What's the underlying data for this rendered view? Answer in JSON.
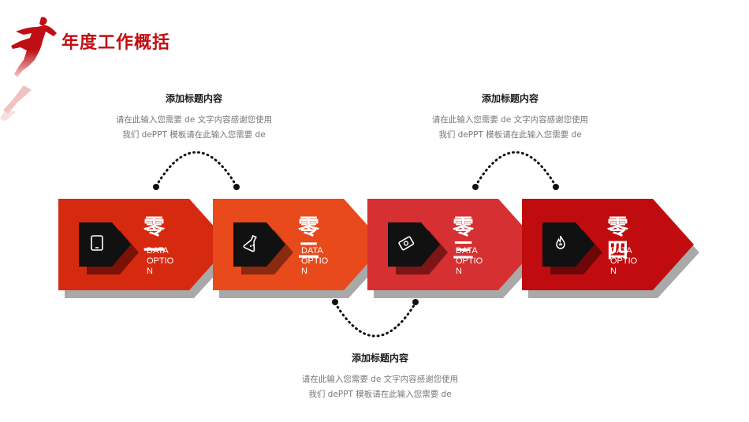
{
  "slide": {
    "title": "年度工作概括"
  },
  "colors": {
    "accent": "#c00f14",
    "step1": "#d62a10",
    "step2": "#e84a1c",
    "step3": "#d63032",
    "step4": "#c10c0f",
    "shadow": "#a9a9a9",
    "icon_tab": "#111111"
  },
  "text_blocks": [
    {
      "title": "添加标题内容",
      "line1": "请在此输入您需要 de 文字内容感谢您使用",
      "line2": "我们 dePPT 模板请在此输入您需要 de"
    },
    {
      "title": "添加标题内容",
      "line1": "请在此输入您需要 de 文字内容感谢您使用",
      "line2": "我们 dePPT 模板请在此输入您需要 de"
    },
    {
      "title": "添加标题内容",
      "line1": "请在此输入您需要 de 文字内容感谢您使用",
      "line2": "我们 dePPT 模板请在此输入您需要 de"
    }
  ],
  "steps": [
    {
      "number": "零一",
      "label": "DATA OPTION",
      "icon": "tablet-icon"
    },
    {
      "number": "零二",
      "label": "DATA OPTION",
      "icon": "flask-icon"
    },
    {
      "number": "零三",
      "label": "DATA OPTION",
      "icon": "money-icon"
    },
    {
      "number": "零四",
      "label": "DATA OPTION",
      "icon": "fire-icon"
    }
  ]
}
